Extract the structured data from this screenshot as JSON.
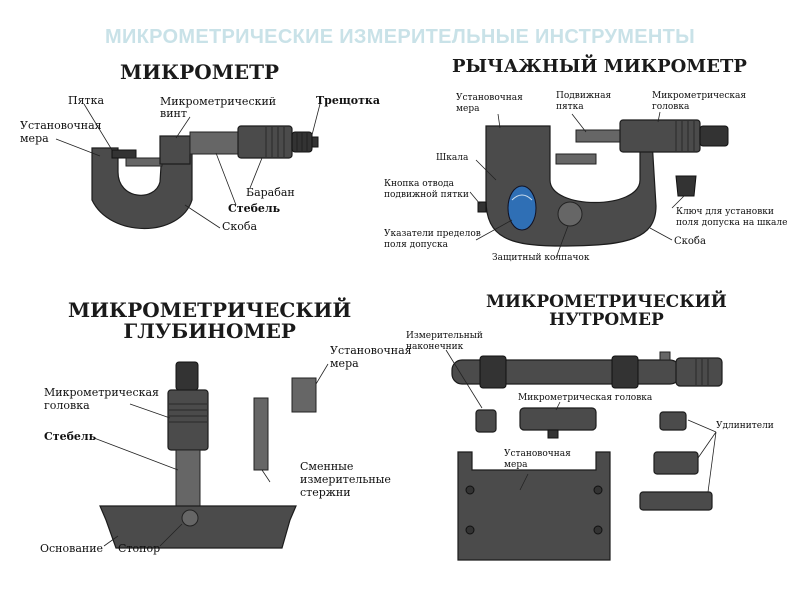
{
  "header": {
    "title": "МИКРОМЕТРИЧЕСКИЕ ИЗМЕРИТЕЛЬНЫЕ ИНСТРУМЕНТЫ",
    "title_color": "#c9e2e8"
  },
  "colors": {
    "tool_body": "#4b4b4b",
    "tool_dark": "#333333",
    "scale_window": "#2f6fb5"
  },
  "panels": {
    "micrometer": {
      "title": "МИКРОМЕТР",
      "labels": {
        "heel": "Пятка",
        "screw_line1": "Микрометрический",
        "screw_line2": "винт",
        "ratchet": "Трещотка",
        "setting_gauge_line1": "Установочная",
        "setting_gauge_line2": "мера",
        "drum": "Барабан",
        "stem": "Стебель",
        "frame": "Скоба"
      }
    },
    "lever_micrometer": {
      "title": "РЫЧАЖНЫЙ МИКРОМЕТР",
      "labels": {
        "setting_gauge_line1": "Установочная",
        "setting_gauge_line2": "мера",
        "movable_heel_line1": "Подвижная",
        "movable_heel_line2": "пятка",
        "micrometric_head_line1": "Микрометрическая",
        "micrometric_head_line2": "головка",
        "scale": "Шкала",
        "release_button_line1": "Кнопка отвода",
        "release_button_line2": "подвижной пятки",
        "tolerance_pointers_line1": "Указатели пределов",
        "tolerance_pointers_line2": "поля допуска",
        "protective_cap": "Защитный колпачок",
        "key_line1": "Ключ для установки",
        "key_line2": "поля допуска на шкале",
        "frame": "Скоба"
      }
    },
    "depth_gauge": {
      "title_line1": "МИКРОМЕТРИЧЕСКИЙ",
      "title_line2": "ГЛУБИНОМЕР",
      "labels": {
        "micrometric_head_line1": "Микрометрическая",
        "micrometric_head_line2": "головка",
        "stem": "Стебель",
        "setting_gauge_line1": "Установочная",
        "setting_gauge_line2": "мера",
        "rods_line1": "Сменные",
        "rods_line2": "измерительные",
        "rods_line3": "стержни",
        "base": "Основание",
        "stopper": "Стопор"
      }
    },
    "bore_gauge": {
      "title_line1": "МИКРОМЕТРИЧЕСКИЙ",
      "title_line2": "НУТРОМЕР",
      "labels": {
        "tip_line1": "Измерительный",
        "tip_line2": "наконечник",
        "head": "Микрометрическая головка",
        "extensions": "Удлинители",
        "setting_gauge_line1": "Установочная",
        "setting_gauge_line2": "мера"
      }
    }
  }
}
